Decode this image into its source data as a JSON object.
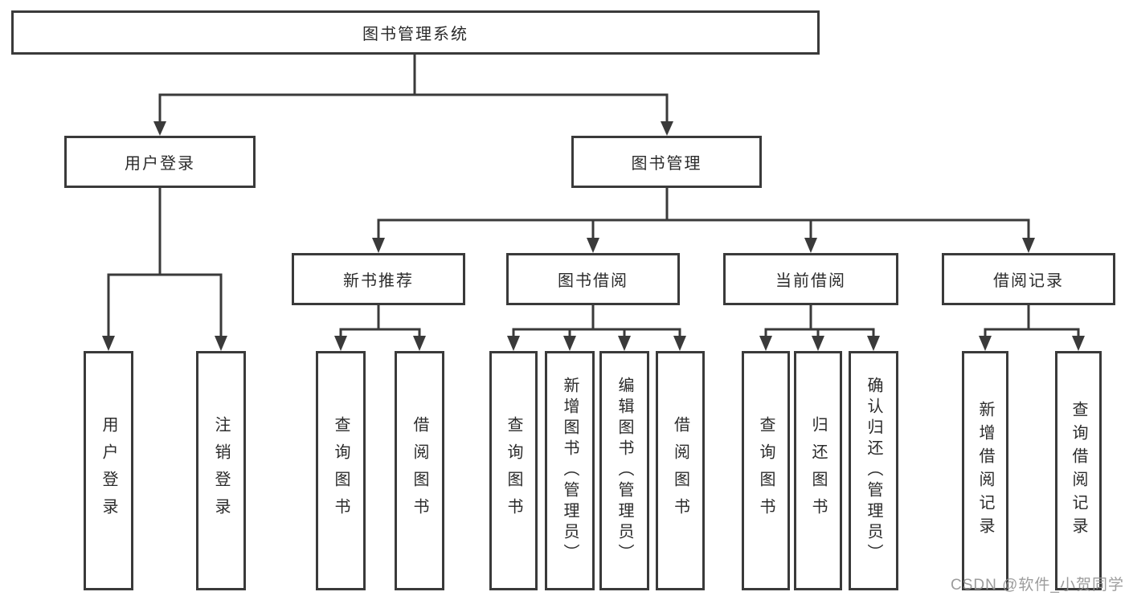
{
  "tree": {
    "root": {
      "label": "图书管理系统"
    },
    "branches": [
      {
        "label": "用户登录",
        "children": [
          {
            "label": "用户登录"
          },
          {
            "label": "注销登录"
          }
        ]
      },
      {
        "label": "图书管理",
        "children": [
          {
            "label": "新书推荐",
            "children": [
              {
                "label": "查询图书"
              },
              {
                "label": "借阅图书"
              }
            ]
          },
          {
            "label": "图书借阅",
            "children": [
              {
                "label": "查询图书"
              },
              {
                "label": "新增图书（管理员）"
              },
              {
                "label": "编辑图书（管理员）"
              },
              {
                "label": "借阅图书"
              }
            ]
          },
          {
            "label": "当前借阅",
            "children": [
              {
                "label": "查询图书"
              },
              {
                "label": "归还图书"
              },
              {
                "label": "确认归还（管理员）"
              }
            ]
          },
          {
            "label": "借阅记录",
            "children": [
              {
                "label": "新增借阅记录"
              },
              {
                "label": "查询借阅记录"
              }
            ]
          }
        ]
      }
    ]
  },
  "watermark": {
    "text": "CSDN @软件_小贺同学"
  },
  "colors": {
    "line": "#3a3a3a",
    "box_border": "#3a3a3a",
    "text": "#2b2b2b",
    "background": "#ffffff",
    "watermark": "#949494"
  }
}
